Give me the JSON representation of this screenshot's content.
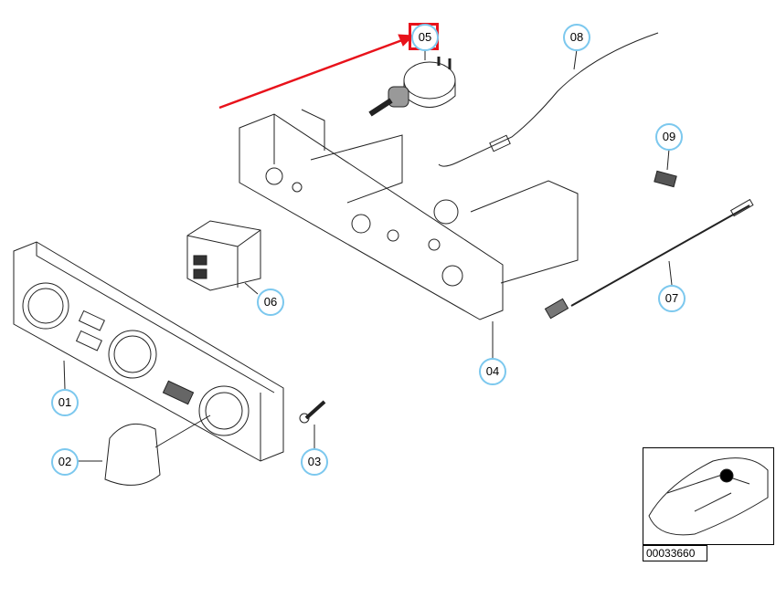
{
  "callouts": {
    "p01": "01",
    "p02": "02",
    "p03": "03",
    "p04": "04",
    "p05": "05",
    "p06": "06",
    "p07": "07",
    "p08": "08",
    "p09": "09"
  },
  "highlighted_part": "05",
  "diagram_id": "00033660",
  "colors": {
    "callout_ring": "#7cc8ee",
    "highlight": "#e8121b"
  }
}
